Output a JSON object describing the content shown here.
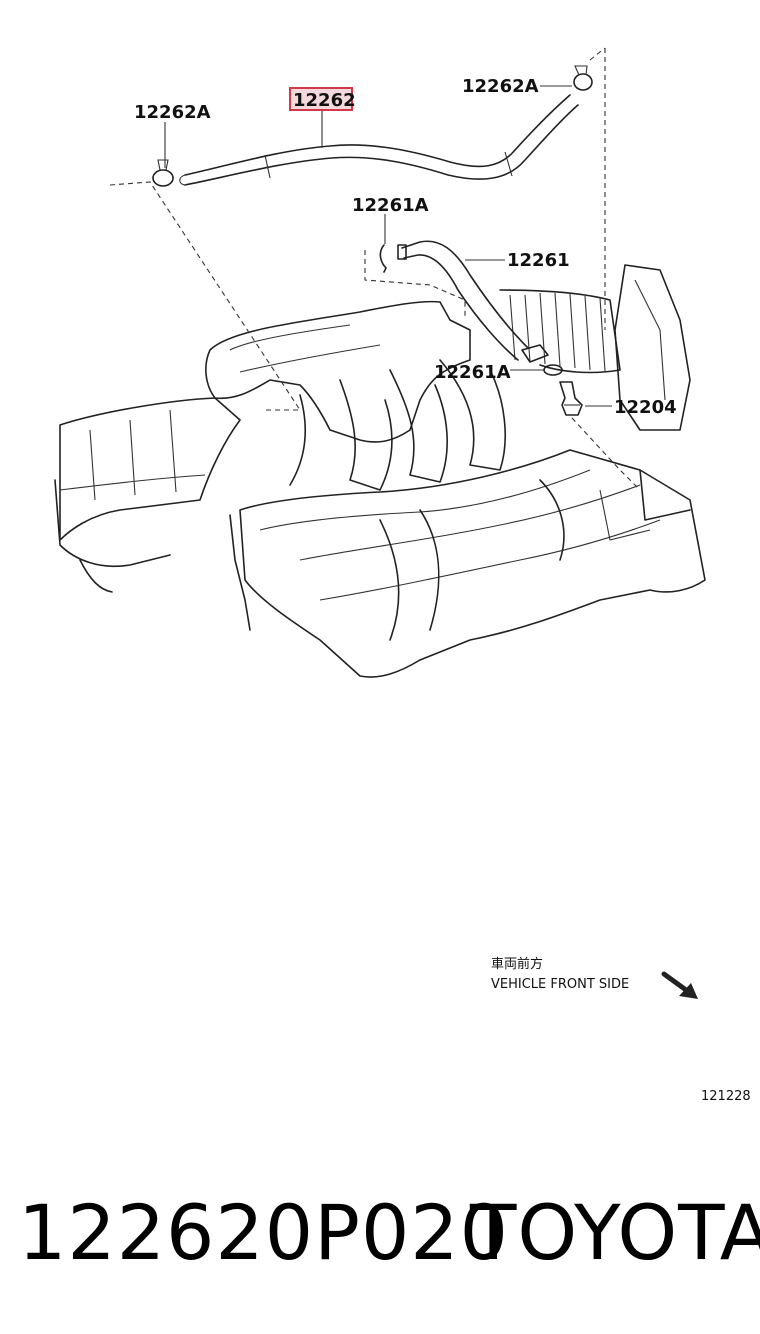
{
  "callouts": {
    "hose_main": "12262",
    "clamp_left": "12262A",
    "clamp_right": "12262A",
    "clip_upper": "12261A",
    "hose_small": "12261",
    "clip_lower": "12261A",
    "pcv_valve": "12204"
  },
  "direction_note": {
    "jp": "車両前方",
    "en": "VEHICLE FRONT SIDE"
  },
  "diagram_ref": "121228",
  "footer": {
    "part_number": "122620P020",
    "brand": "TOYOTA"
  },
  "colors": {
    "highlight_fill": "#f3d9dc",
    "highlight_stroke": "#d23a4a",
    "line": "#222222"
  },
  "icons": {
    "direction": "arrow-down-right-icon"
  }
}
